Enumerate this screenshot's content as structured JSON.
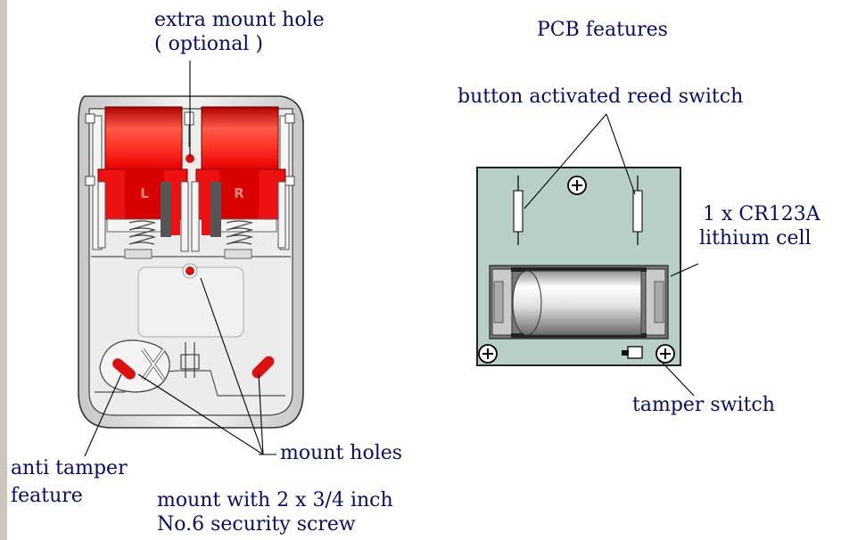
{
  "labels": {
    "extra_mount_hole": "extra mount hole",
    "optional": "( optional )",
    "pcb_features": "PCB features",
    "reed_switch": "button activated reed switch",
    "battery_line1": "1 x CR123A",
    "battery_line2": "lithium cell",
    "tamper_switch": "tamper switch",
    "mount_holes": "mount holes",
    "anti_tamper_line1": "anti tamper",
    "anti_tamper_line2": "feature",
    "screw_line1": "mount with 2 x 3/4 inch",
    "screw_line2": "No.6 security screw"
  },
  "button_letters": {
    "left": "L",
    "right": "R"
  },
  "colors": {
    "text": "#0a0a6e",
    "button_red": "#ee1111",
    "pcb": "#b7cfc6",
    "housing": "#e6e6e6",
    "hole_red": "#dd1010"
  }
}
